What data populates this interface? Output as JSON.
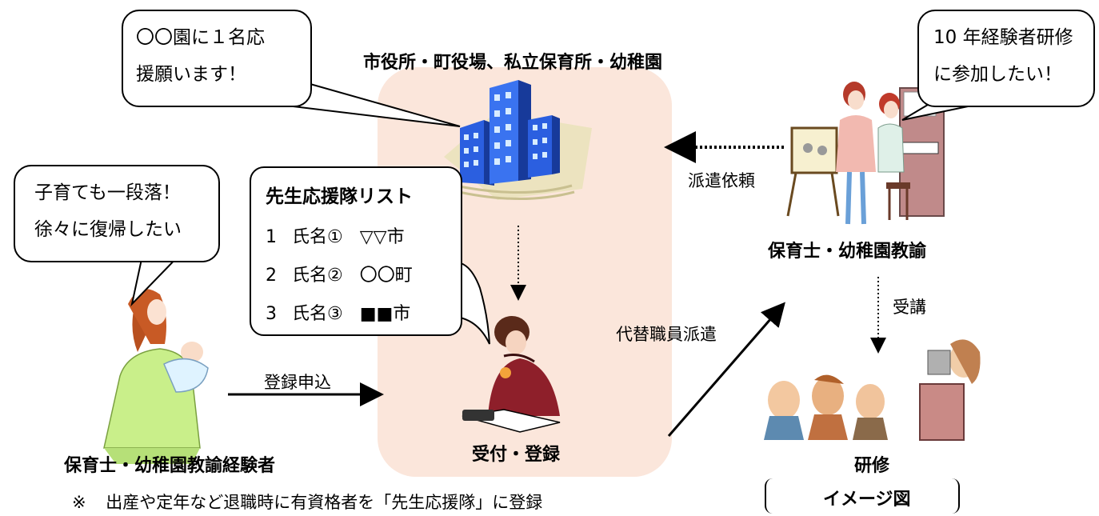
{
  "office": {
    "title": "市役所・町役場、私立保育所・幼稚園"
  },
  "bubbles": {
    "office_request": {
      "line1": "〇〇園に１名応",
      "line2": "援願います！"
    },
    "retiree": {
      "line1": "子育ても一段落！",
      "line2": "徐々に復帰したい"
    },
    "teacher": {
      "line1": "10 年経験者研修",
      "line2": "に参加したい！"
    }
  },
  "list": {
    "title": "先生応援隊リスト",
    "rows": [
      {
        "no": "1",
        "name": "氏名①",
        "place": "▽▽市"
      },
      {
        "no": "2",
        "name": "氏名②",
        "place": "〇〇町"
      },
      {
        "no": "3",
        "name": "氏名③",
        "place": "■■市"
      }
    ]
  },
  "labels": {
    "experienced": "保育士・幼稚園教諭経験者",
    "reception": "受付・登録",
    "teacher": "保育士・幼稚園教諭",
    "training": "研修",
    "image_note": "イメージ図"
  },
  "arrows": {
    "register": "登録申込",
    "dispatch_request": "派遣依頼",
    "substitute": "代替職員派遣",
    "attend": "受講"
  },
  "footnote": {
    "mark": "※",
    "text": "出産や定年など退職時に有資格者を「先生応援隊」に登録"
  },
  "colors": {
    "panel": "#fbe6db",
    "building": "#1f4fd8",
    "dress": "#c9ef8a",
    "receptionist": "#8e1f2a"
  }
}
